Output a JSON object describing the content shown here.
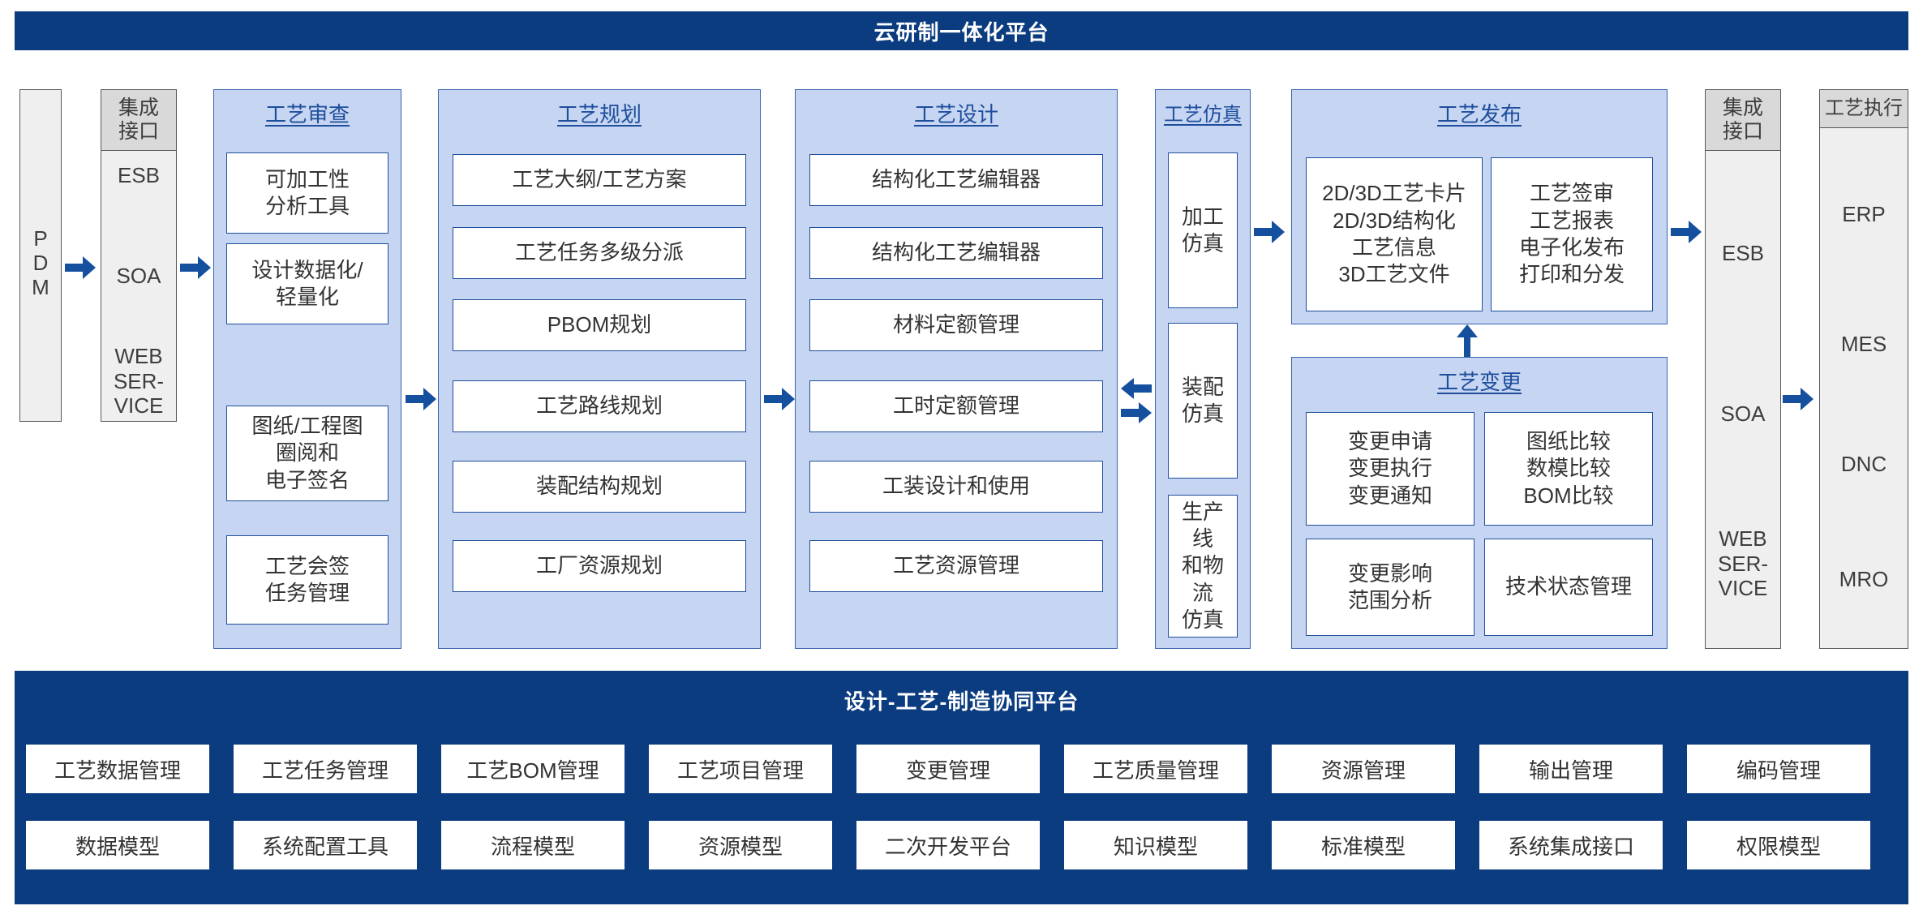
{
  "top_banner": {
    "title": "云研制一体化平台"
  },
  "left_source": {
    "label": "PDM",
    "letters": [
      "P",
      "D",
      "M"
    ]
  },
  "left_integration": {
    "header": "集成\n接口",
    "header_lines": [
      "集成",
      "接口"
    ],
    "items": [
      "ESB",
      "SOA",
      "WEB\nSER-\nVICE"
    ],
    "item_lines": [
      [
        "ESB"
      ],
      [
        "SOA"
      ],
      [
        "WEB",
        "SER-",
        "VICE"
      ]
    ]
  },
  "groups": [
    {
      "title": "工艺审查",
      "cells": [
        {
          "lines": [
            "可加工性",
            "分析工具"
          ]
        },
        {
          "lines": [
            "设计数据化/",
            "轻量化"
          ]
        },
        {
          "lines": [
            "图纸/工程图",
            "圈阅和",
            "电子签名"
          ]
        },
        {
          "lines": [
            "工艺会签",
            "任务管理"
          ]
        }
      ]
    },
    {
      "title": "工艺规划",
      "cells": [
        {
          "lines": [
            "工艺大纲/工艺方案"
          ]
        },
        {
          "lines": [
            "工艺任务多级分派"
          ]
        },
        {
          "lines": [
            "PBOM规划"
          ]
        },
        {
          "lines": [
            "工艺路线规划"
          ]
        },
        {
          "lines": [
            "装配结构规划"
          ]
        },
        {
          "lines": [
            "工厂资源规划"
          ]
        }
      ]
    },
    {
      "title": "工艺设计",
      "cells": [
        {
          "lines": [
            "结构化工艺编辑器"
          ]
        },
        {
          "lines": [
            "结构化工艺编辑器"
          ]
        },
        {
          "lines": [
            "材料定额管理"
          ]
        },
        {
          "lines": [
            "工时定额管理"
          ]
        },
        {
          "lines": [
            "工装设计和使用"
          ]
        },
        {
          "lines": [
            "工艺资源管理"
          ]
        }
      ]
    },
    {
      "title": "工艺仿真",
      "cells": [
        {
          "lines": [
            "加工",
            "仿真"
          ]
        },
        {
          "lines": [
            "装配",
            "仿真"
          ]
        },
        {
          "lines": [
            "生产线",
            "和物流",
            "仿真"
          ]
        }
      ]
    }
  ],
  "release_group": {
    "title": "工艺发布",
    "cells": [
      {
        "lines": [
          "2D/3D工艺卡片",
          "2D/3D结构化",
          "工艺信息",
          "3D工艺文件"
        ]
      },
      {
        "lines": [
          "工艺签审",
          "工艺报表",
          "电子化发布",
          "打印和分发"
        ]
      }
    ]
  },
  "change_group": {
    "title": "工艺变更",
    "cells": [
      {
        "lines": [
          "变更申请",
          "变更执行",
          "变更通知"
        ]
      },
      {
        "lines": [
          "图纸比较",
          "数模比较",
          "BOM比较"
        ]
      },
      {
        "lines": [
          "变更影响",
          "范围分析"
        ]
      },
      {
        "lines": [
          "技术状态管理"
        ]
      }
    ]
  },
  "right_integration": {
    "header_lines": [
      "集成",
      "接口"
    ],
    "item_lines": [
      [
        "ESB"
      ],
      [
        "SOA"
      ],
      [
        "WEB",
        "SER-",
        "VICE"
      ]
    ]
  },
  "right_execution": {
    "header": "工艺执行",
    "items": [
      "ERP",
      "MES",
      "DNC",
      "MRO"
    ]
  },
  "bottom_banner": {
    "title": "设计-工艺-制造协同平台",
    "row1": [
      "工艺数据管理",
      "工艺任务管理",
      "工艺BOM管理",
      "工艺项目管理",
      "变更管理",
      "工艺质量管理",
      "资源管理",
      "输出管理",
      "编码管理"
    ],
    "row2": [
      "数据模型",
      "系统配置工具",
      "流程模型",
      "资源模型",
      "二次开发平台",
      "知识模型",
      "标准模型",
      "系统集成接口",
      "权限模型"
    ]
  },
  "colors": {
    "banner_blue": "#0b3c80",
    "group_fill": "#c5d5f2",
    "group_border": "#3a64b0",
    "cell_border": "#1f4e9c",
    "grey_fill": "#efefef",
    "grey_head": "#d9d9d9",
    "arrow_blue": "#15509e"
  },
  "arrows": [
    {
      "name": "arrow-pdm-to-esb",
      "dir": "right"
    },
    {
      "name": "arrow-esb-to-review",
      "dir": "right"
    },
    {
      "name": "arrow-review-to-planning",
      "dir": "right"
    },
    {
      "name": "arrow-planning-to-design",
      "dir": "right"
    },
    {
      "name": "arrow-design-to-simulation",
      "dir": "right"
    },
    {
      "name": "arrow-simulation-to-design",
      "dir": "left"
    },
    {
      "name": "arrow-simulation-to-release",
      "dir": "right"
    },
    {
      "name": "arrow-release-to-integration",
      "dir": "right"
    },
    {
      "name": "arrow-integration-to-execution",
      "dir": "right"
    },
    {
      "name": "arrow-change-to-release",
      "dir": "up"
    }
  ]
}
